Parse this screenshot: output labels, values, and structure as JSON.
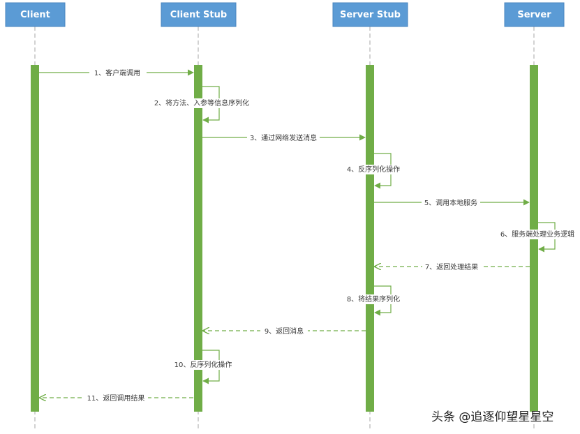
{
  "participants": [
    {
      "id": "client",
      "label": "Client"
    },
    {
      "id": "client_stub",
      "label": "Client Stub"
    },
    {
      "id": "server_stub",
      "label": "Server Stub"
    },
    {
      "id": "server",
      "label": "Server"
    }
  ],
  "messages": [
    {
      "id": "m1",
      "label": "1、客户端调用",
      "from": "client",
      "to": "client_stub",
      "style": "solid"
    },
    {
      "id": "m2",
      "label": "2、将方法、入参等信息序列化",
      "from": "client_stub",
      "to": "client_stub",
      "style": "self"
    },
    {
      "id": "m3",
      "label": "3、通过网络发送消息",
      "from": "client_stub",
      "to": "server_stub",
      "style": "solid"
    },
    {
      "id": "m4",
      "label": "4、反序列化操作",
      "from": "server_stub",
      "to": "server_stub",
      "style": "self"
    },
    {
      "id": "m5",
      "label": "5、调用本地服务",
      "from": "server_stub",
      "to": "server",
      "style": "solid"
    },
    {
      "id": "m6",
      "label": "6、服务端处理业务逻辑",
      "from": "server",
      "to": "server",
      "style": "self"
    },
    {
      "id": "m7",
      "label": "7、返回处理结果",
      "from": "server",
      "to": "server_stub",
      "style": "dashed"
    },
    {
      "id": "m8",
      "label": "8、将结果序列化",
      "from": "server_stub",
      "to": "server_stub",
      "style": "self"
    },
    {
      "id": "m9",
      "label": "9、返回消息",
      "from": "server_stub",
      "to": "client_stub",
      "style": "dashed"
    },
    {
      "id": "m10",
      "label": "10、反序列化操作",
      "from": "client_stub",
      "to": "client_stub",
      "style": "self"
    },
    {
      "id": "m11",
      "label": "11、返回调用结果",
      "from": "client_stub",
      "to": "client",
      "style": "dashed"
    }
  ],
  "watermark": "头条 @追逐仰望星星空",
  "colors": {
    "participant_fill": "#5b9bd5",
    "activation": "#70ad47",
    "arrow": "#70ad47",
    "lifeline": "#a6a6a6"
  }
}
